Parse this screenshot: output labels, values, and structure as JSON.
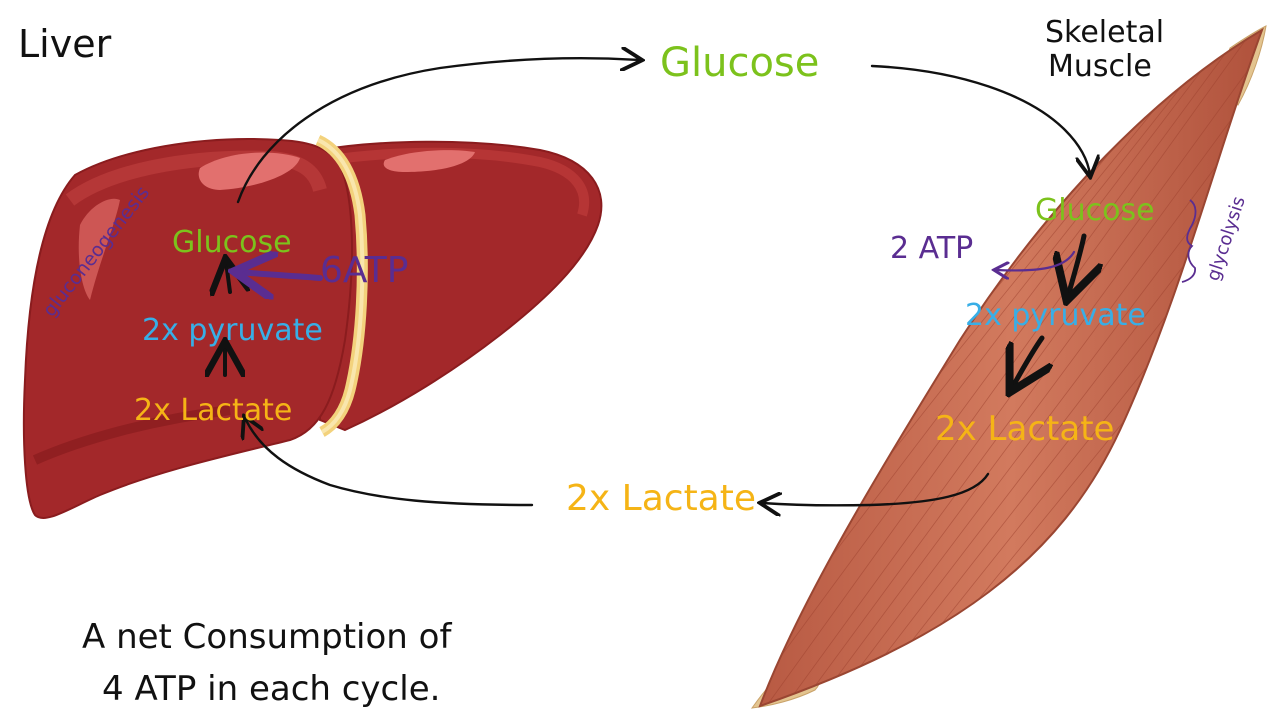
{
  "titles": {
    "liver": "Liver",
    "muscle_line1": "Skeletal",
    "muscle_line2": "Muscle"
  },
  "liver": {
    "glucose": "Glucose",
    "pyruvate": "2x pyruvate",
    "lactate": "2x Lactate",
    "process": "gluconeogenesis",
    "atp": "6ATP"
  },
  "muscle": {
    "glucose": "Glucose",
    "pyruvate": "2x pyruvate",
    "lactate": "2x Lactate",
    "process": "glycolysis",
    "atp": "2 ATP"
  },
  "blood": {
    "glucose": "Glucose",
    "lactate": "2x Lactate"
  },
  "note": {
    "line1": "A net Consumption of",
    "line2": "4 ATP in each cycle."
  },
  "colors": {
    "glucose": "#7cc21c",
    "pyruvate": "#38aee6",
    "lactate": "#f5b416",
    "purple": "#5a2d91",
    "liver": "#a8282a",
    "muscle": "#c9684c"
  }
}
